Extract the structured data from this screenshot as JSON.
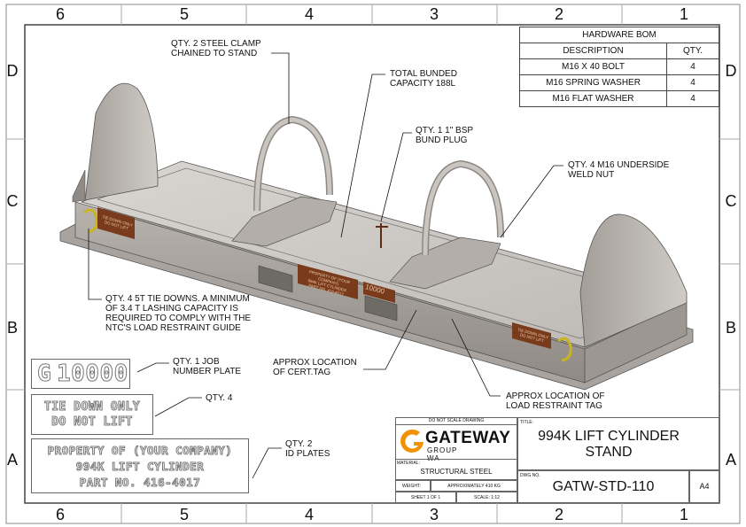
{
  "zones": {
    "columns": [
      "6",
      "5",
      "4",
      "3",
      "2",
      "1"
    ],
    "rows": [
      "D",
      "C",
      "B",
      "A"
    ]
  },
  "bom": {
    "title": "HARDWARE BOM",
    "headers": [
      "DESCRIPTION",
      "QTY."
    ],
    "rows": [
      {
        "desc": "M16 X 40 BOLT",
        "qty": "4"
      },
      {
        "desc": "M16 SPRING WASHER",
        "qty": "4"
      },
      {
        "desc": "M16 FLAT WASHER",
        "qty": "4"
      }
    ]
  },
  "callouts": {
    "clamp": "QTY. 2 STEEL CLAMP\nCHAINED TO STAND",
    "bund": "TOTAL BUNDED\nCAPACITY 188L",
    "plug": "QTY. 1 1\" BSP\nBUND PLUG",
    "nut": "QTY. 4 M16 UNDERSIDE\nWELD NUT",
    "tiedowns": "QTY. 4 5T TIE DOWNS. A MINIMUM\nOF 3.4 T LASHING CAPACITY IS\nREQUIRED TO COMPLY WITH THE\nNTC'S LOAD RESTRAINT GUIDE",
    "job": "QTY. 1 JOB\nNUMBER PLATE",
    "tiedown_plate": "QTY. 4",
    "id_plates": "QTY. 2\nID PLATES",
    "cert": "APPROX LOCATION\nOF CERT.TAG",
    "restraint": "APPROX LOCATION OF\nLOAD RESTRAINT TAG"
  },
  "plates": {
    "job_number": "10000",
    "tie_down": [
      "TIE DOWN ONLY",
      "DO NOT LIFT"
    ],
    "id_plate": [
      "PROPERTY OF (YOUR COMPANY)",
      "994K LIFT CYLINDER",
      "PART NO. 416-4017"
    ],
    "model_tiedown": [
      "TIE DOWN ONLY",
      "DO NOT LIFT"
    ],
    "model_id": [
      "PROPERTY OF (YOUR COMPANY)",
      "994K LIFT CYLINDER",
      "PART NO. 416-4017"
    ],
    "model_job": "10000"
  },
  "title_block": {
    "do_not_scale": "DO NOT SCALE DRAWING",
    "logo_main": "GATEWAY",
    "logo_sub": "GROUP WA",
    "material_label": "MATERIAL:",
    "material": "STRUCTURAL STEEL",
    "weight_label": "WEIGHT:",
    "weight": "APPROXIMATELY 410 KG",
    "sheet": "SHEET 1 OF 1",
    "scale": "SCALE: 1:12",
    "title_label": "TITLE:",
    "title": [
      "994K LIFT CYLINDER",
      "STAND"
    ],
    "dwg_label": "DWG NO.",
    "dwg_no": "GATW-STD-110",
    "size": "A4"
  },
  "colors": {
    "accent": "#f39200",
    "steel": "#c7c3be",
    "plate": "#7a3b1c"
  }
}
